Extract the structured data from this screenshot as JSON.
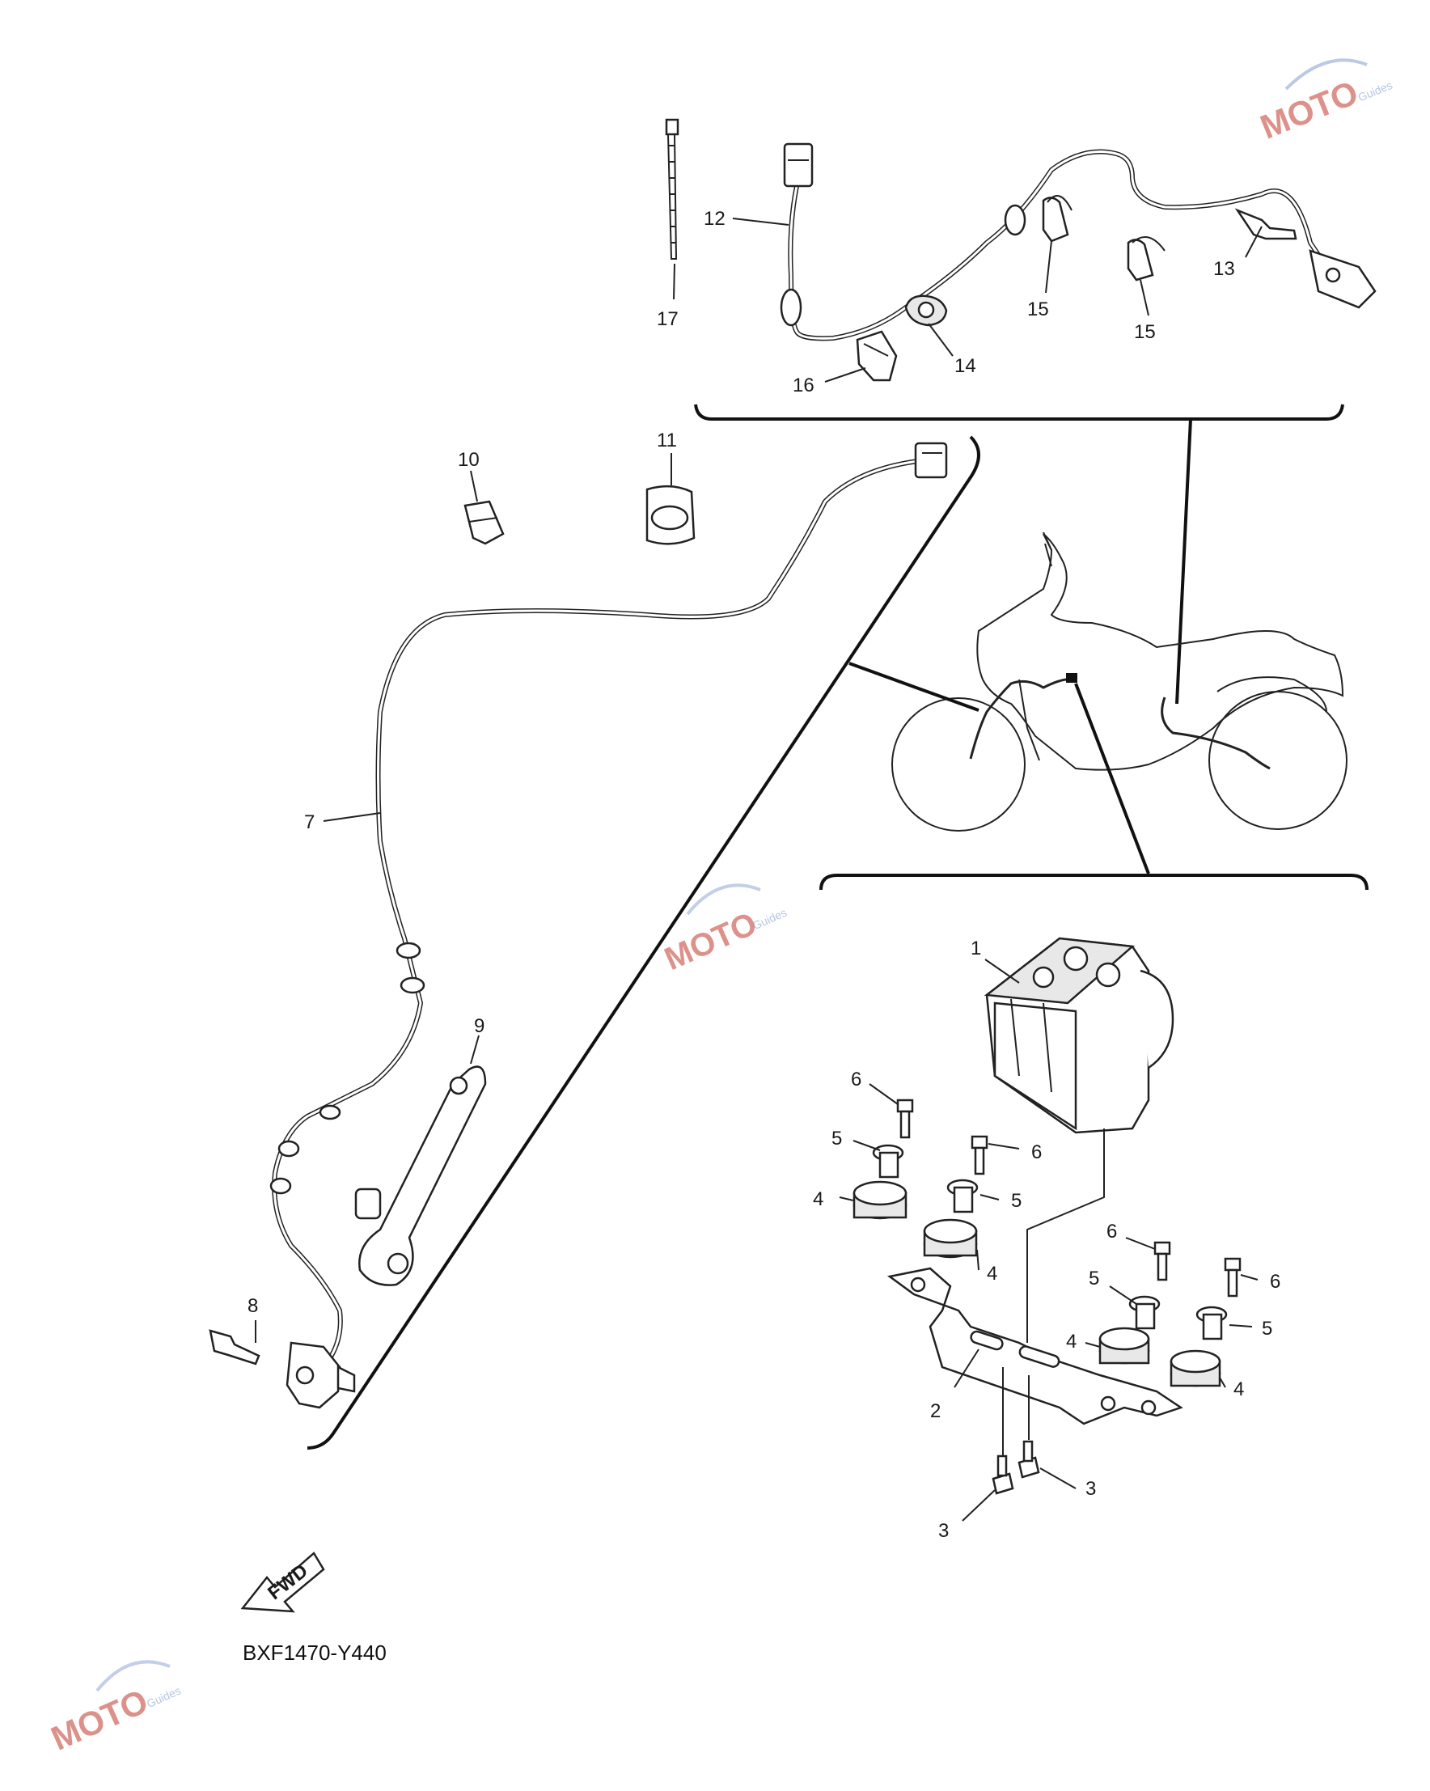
{
  "diagram_code": "BXF1470-Y440",
  "fwd_label": "FWD",
  "watermark": {
    "brand": "MOTO",
    "sub": "Guides"
  },
  "callouts": [
    {
      "id": "c1",
      "label": "1"
    },
    {
      "id": "c2",
      "label": "2"
    },
    {
      "id": "c3a",
      "label": "3"
    },
    {
      "id": "c3b",
      "label": "3"
    },
    {
      "id": "c4a",
      "label": "4"
    },
    {
      "id": "c4b",
      "label": "4"
    },
    {
      "id": "c4c",
      "label": "4"
    },
    {
      "id": "c4d",
      "label": "4"
    },
    {
      "id": "c5a",
      "label": "5"
    },
    {
      "id": "c5b",
      "label": "5"
    },
    {
      "id": "c5c",
      "label": "5"
    },
    {
      "id": "c5d",
      "label": "5"
    },
    {
      "id": "c6a",
      "label": "6"
    },
    {
      "id": "c6b",
      "label": "6"
    },
    {
      "id": "c6c",
      "label": "6"
    },
    {
      "id": "c6d",
      "label": "6"
    },
    {
      "id": "c7",
      "label": "7"
    },
    {
      "id": "c8",
      "label": "8"
    },
    {
      "id": "c9",
      "label": "9"
    },
    {
      "id": "c10",
      "label": "10"
    },
    {
      "id": "c11",
      "label": "11"
    },
    {
      "id": "c12",
      "label": "12"
    },
    {
      "id": "c13",
      "label": "13"
    },
    {
      "id": "c14",
      "label": "14"
    },
    {
      "id": "c15a",
      "label": "15"
    },
    {
      "id": "c15b",
      "label": "15"
    },
    {
      "id": "c16",
      "label": "16"
    },
    {
      "id": "c17",
      "label": "17"
    }
  ]
}
